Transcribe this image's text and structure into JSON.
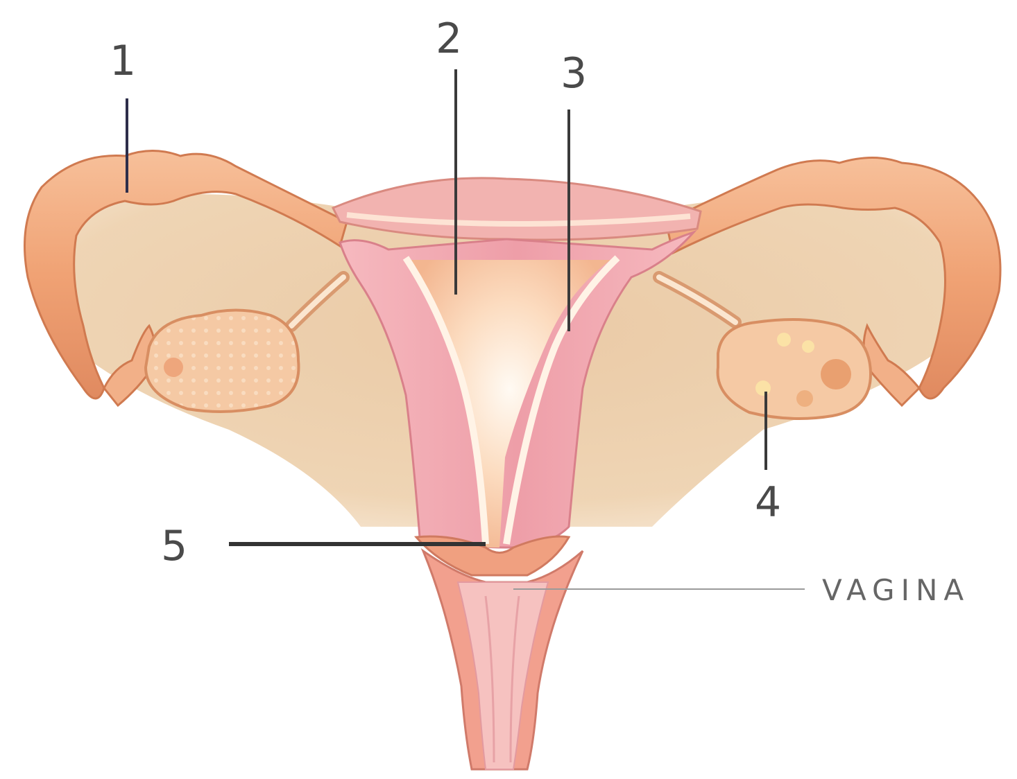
{
  "labels": {
    "l1": "1",
    "l2": "2",
    "l3": "3",
    "l4": "4",
    "l5": "5",
    "vagina": "VAGINA"
  },
  "colors": {
    "tissue_tan": "#e8c49a",
    "tube_orange": "#f2a47a",
    "muscle_pink": "#f0a8b0",
    "cavity_light": "#fde6d2",
    "leader_line": "#3a3a3a"
  }
}
